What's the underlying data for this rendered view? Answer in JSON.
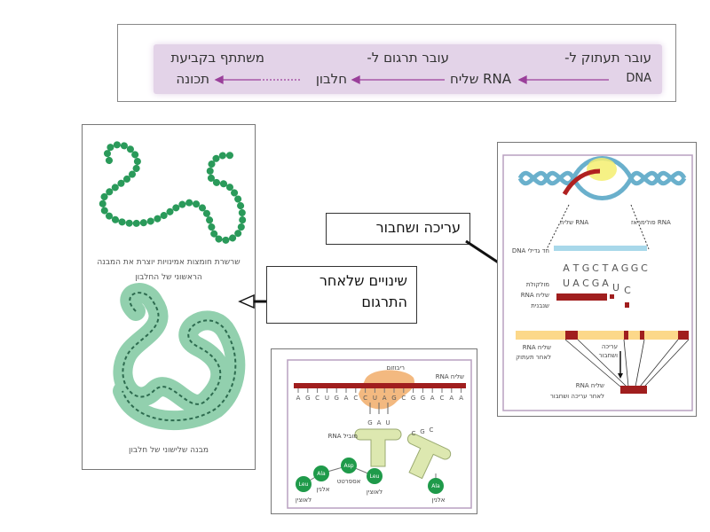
{
  "flow": {
    "transcribed_label": "עובר תעתוק ל-",
    "translated_label": "עובר תרגום ל-",
    "participates_label": "משתתף בקביעת",
    "dna": "DNA",
    "mrna": "RNA שליח",
    "protein": "חלבון",
    "trait": "תכונה",
    "arrow_color": "#9a3f9a"
  },
  "protein_panel": {
    "primary_caption_line1": "שרשרת חומצות אמינויות יוצרת את המבנה",
    "primary_caption_line2": "הראשוני של  החלבון",
    "tertiary_caption": "מבנה שלישוני של חלבון"
  },
  "callouts": {
    "post_translation": "שינויים שלאחר התרגום",
    "splicing": "עריכה ושחבור"
  },
  "transcription_panel": {
    "mrna_label": "RNA שליח",
    "polymerase_label": "RNA פולימראז",
    "dna_strand_label": "DNA חד גדילי",
    "dna_bases": [
      "A",
      "T",
      "G",
      "C",
      "T",
      "A",
      "G",
      "G",
      "C"
    ],
    "rna_bases": [
      "U",
      "A",
      "C",
      "G",
      "A"
    ],
    "next_base1": "U",
    "next_base2": "C",
    "forming_label": [
      "מולקולת",
      "RNA שליח",
      "שנבנית"
    ],
    "post_transcription_label": [
      "RNA שליח",
      "לאחר תעתוק"
    ],
    "splicing_label": [
      "עריכה",
      "ושחבור"
    ],
    "after_splicing_label": [
      "RNA שליח",
      "לאחר עריכה ושחבור"
    ]
  },
  "translation_panel": {
    "ribosome_label": "ריבוזום",
    "mrna_label": "RNA שליח",
    "mrna_bases": [
      "A",
      "G",
      "C",
      "U",
      "G",
      "A",
      "C",
      "C",
      "U",
      "A",
      "G",
      "C",
      "G",
      "G",
      "A",
      "C",
      "A",
      "A"
    ],
    "anticodon1": [
      "G",
      "A",
      "U"
    ],
    "anticodon2": [
      "C",
      "G",
      "C"
    ],
    "trna_label": "RNA מוביל",
    "amino_acids": [
      {
        "abbr": "Leu",
        "name": "לאוצין"
      },
      {
        "abbr": "Ala",
        "name": "אלנין"
      },
      {
        "abbr": "Asp",
        "name": "אספרטט"
      },
      {
        "abbr": "Leu",
        "name": "לאוצין"
      }
    ],
    "free_amino": {
      "abbr": "Ala",
      "name": "אלנין"
    }
  }
}
